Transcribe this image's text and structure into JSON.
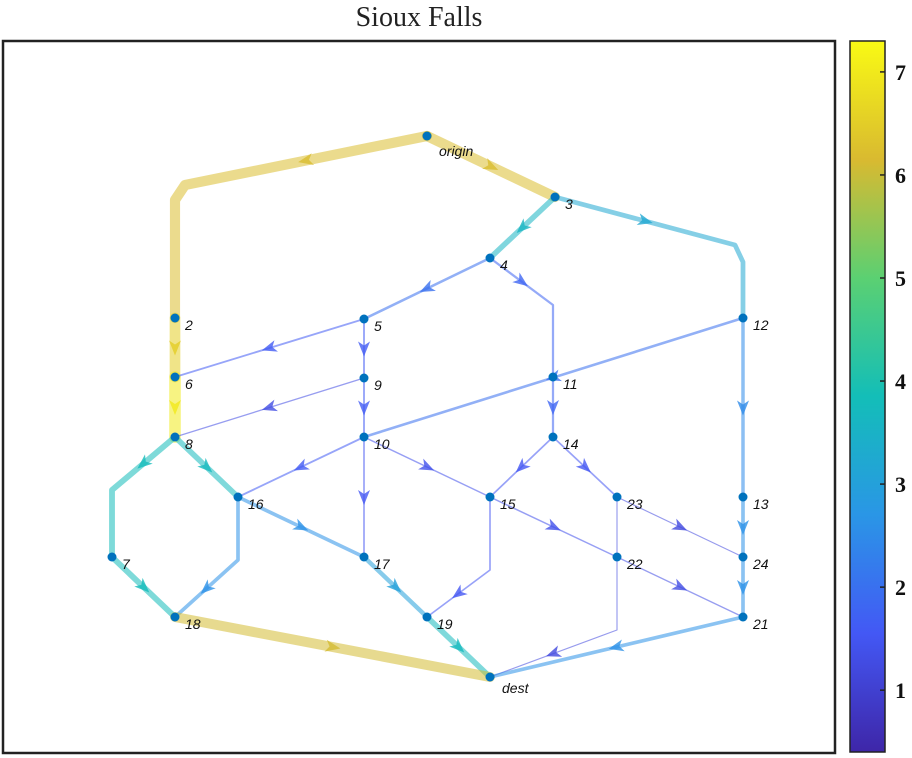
{
  "title": "Sioux Falls",
  "colorbar": {
    "min": 0.4,
    "max": 7.3,
    "ticks": [
      "1",
      "2",
      "3",
      "4",
      "5",
      "6",
      "7"
    ],
    "colors": [
      "#3e26a8",
      "#4358f5",
      "#2a96e6",
      "#13beb8",
      "#5bd072",
      "#d9ba30",
      "#f9fa14"
    ]
  },
  "nodes": [
    {
      "id": "origin",
      "label": "origin"
    },
    {
      "id": "2",
      "label": "2"
    },
    {
      "id": "3",
      "label": "3"
    },
    {
      "id": "4",
      "label": "4"
    },
    {
      "id": "5",
      "label": "5"
    },
    {
      "id": "6",
      "label": "6"
    },
    {
      "id": "7",
      "label": "7"
    },
    {
      "id": "8",
      "label": "8"
    },
    {
      "id": "9",
      "label": "9"
    },
    {
      "id": "10",
      "label": "10"
    },
    {
      "id": "11",
      "label": "11"
    },
    {
      "id": "12",
      "label": "12"
    },
    {
      "id": "13",
      "label": "13"
    },
    {
      "id": "14",
      "label": "14"
    },
    {
      "id": "15",
      "label": "15"
    },
    {
      "id": "16",
      "label": "16"
    },
    {
      "id": "17",
      "label": "17"
    },
    {
      "id": "18",
      "label": "18"
    },
    {
      "id": "19",
      "label": "19"
    },
    {
      "id": "21",
      "label": "21"
    },
    {
      "id": "22",
      "label": "22"
    },
    {
      "id": "23",
      "label": "23"
    },
    {
      "id": "24",
      "label": "24"
    },
    {
      "id": "dest",
      "label": "dest"
    }
  ],
  "edges": [
    {
      "from": "origin",
      "to": "2",
      "weight": 6.2
    },
    {
      "from": "origin",
      "to": "3",
      "weight": 6.2
    },
    {
      "from": "2",
      "to": "6",
      "weight": 6.5
    },
    {
      "from": "6",
      "to": "8",
      "weight": 7.0
    },
    {
      "from": "3",
      "to": "4",
      "weight": 3.6
    },
    {
      "from": "3",
      "to": "12",
      "weight": 3.2
    },
    {
      "from": "4",
      "to": "5",
      "weight": 2.0
    },
    {
      "from": "4",
      "to": "11",
      "weight": 1.8
    },
    {
      "from": "5",
      "to": "6",
      "weight": 1.6
    },
    {
      "from": "5",
      "to": "9",
      "weight": 1.6
    },
    {
      "from": "9",
      "to": "8",
      "weight": 1.3
    },
    {
      "from": "9",
      "to": "10",
      "weight": 1.6
    },
    {
      "from": "12",
      "to": "10",
      "weight": 2.0
    },
    {
      "from": "12",
      "to": "13",
      "weight": 2.5
    },
    {
      "from": "11",
      "to": "14",
      "weight": 1.8
    },
    {
      "from": "10",
      "to": "16",
      "weight": 1.6
    },
    {
      "from": "10",
      "to": "17",
      "weight": 1.5
    },
    {
      "from": "10",
      "to": "15",
      "weight": 1.4
    },
    {
      "from": "14",
      "to": "15",
      "weight": 1.5
    },
    {
      "from": "14",
      "to": "23",
      "weight": 1.5
    },
    {
      "from": "8",
      "to": "7",
      "weight": 3.8
    },
    {
      "from": "8",
      "to": "16",
      "weight": 3.7
    },
    {
      "from": "7",
      "to": "18",
      "weight": 3.8
    },
    {
      "from": "16",
      "to": "18",
      "weight": 2.6
    },
    {
      "from": "16",
      "to": "17",
      "weight": 2.6
    },
    {
      "from": "17",
      "to": "19",
      "weight": 3.0
    },
    {
      "from": "19",
      "to": "dest",
      "weight": 3.7
    },
    {
      "from": "18",
      "to": "dest",
      "weight": 6.1
    },
    {
      "from": "15",
      "to": "19",
      "weight": 1.5
    },
    {
      "from": "15",
      "to": "22",
      "weight": 1.4
    },
    {
      "from": "23",
      "to": "24",
      "weight": 1.2
    },
    {
      "from": "23",
      "to": "dest",
      "weight": 1.2
    },
    {
      "from": "22",
      "to": "21",
      "weight": 1.3
    },
    {
      "from": "13",
      "to": "24",
      "weight": 2.6
    },
    {
      "from": "24",
      "to": "21",
      "weight": 2.6
    },
    {
      "from": "21",
      "to": "dest",
      "weight": 2.6
    }
  ]
}
